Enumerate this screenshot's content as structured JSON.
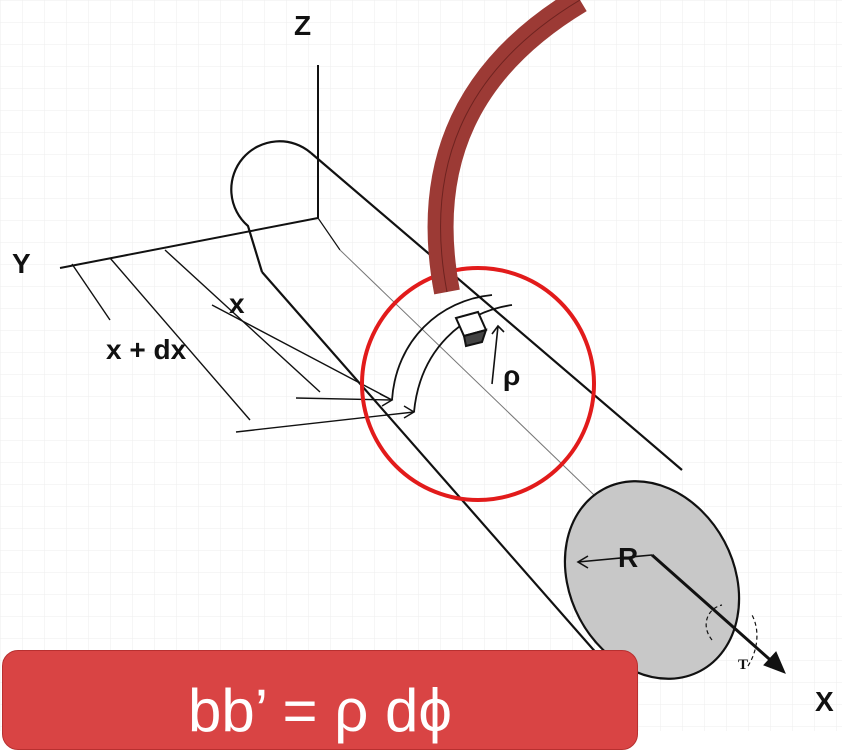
{
  "labels": {
    "z_axis": "Z",
    "y_axis": "Y",
    "x_axis": "X",
    "x": "x",
    "x_plus_dx": "x + dx",
    "rho": "ρ",
    "radius": "R",
    "torque": "T"
  },
  "formula": "bb’ = ρ dϕ",
  "colors": {
    "highlight_circle": "#e21b1b",
    "pointer": "#9c3a35",
    "formula_box": "#d94444",
    "end_face": "#c8c8c8"
  }
}
